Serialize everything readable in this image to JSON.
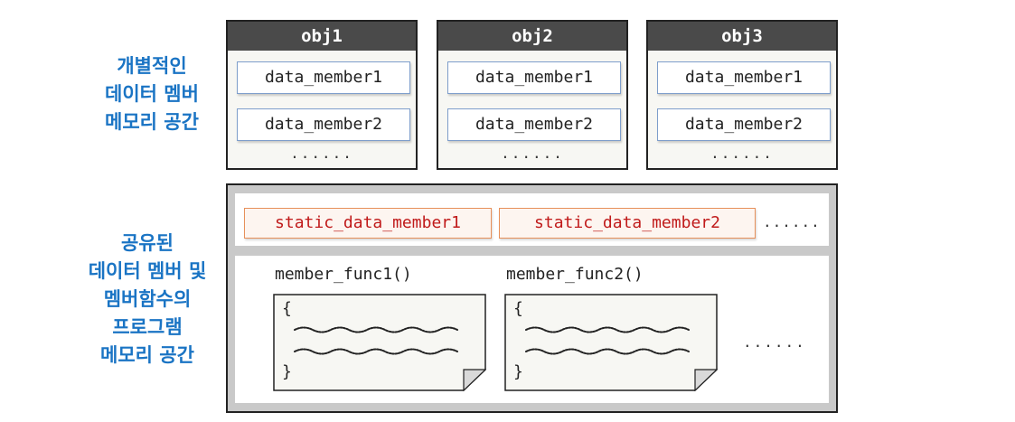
{
  "labels": {
    "individual": "개별적인\n데이터 멤버\n메모리 공간",
    "shared": "공유된\n데이터 멤버 및\n멤버함수의\n프로그램\n메모리 공간"
  },
  "objects": [
    {
      "name": "obj1",
      "members": [
        "data_member1",
        "data_member2"
      ],
      "more": "......"
    },
    {
      "name": "obj2",
      "members": [
        "data_member1",
        "data_member2"
      ],
      "more": "......"
    },
    {
      "name": "obj3",
      "members": [
        "data_member1",
        "data_member2"
      ],
      "more": "......"
    }
  ],
  "shared": {
    "static_members": [
      "static_data_member1",
      "static_data_member2"
    ],
    "static_more": "......",
    "functions": [
      {
        "name": "member_func1()",
        "open": "{",
        "close": "}"
      },
      {
        "name": "member_func2()",
        "open": "{",
        "close": "}"
      }
    ],
    "func_more": "......"
  },
  "colors": {
    "label": "#1a74c4",
    "header": "#4a4a4a",
    "member_border": "#7e9ecb",
    "static_border": "#e7905a",
    "static_text": "#c01a1a",
    "shared_bg": "#c9c9c9"
  }
}
